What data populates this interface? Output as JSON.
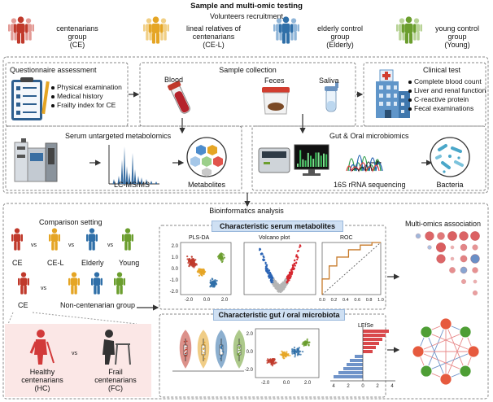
{
  "colors": {
    "centenarian": "#c0392b",
    "lineal": "#e5a524",
    "elderly": "#2f6fa8",
    "young": "#6b9e2e",
    "box_border": "#888888",
    "title_bg": "#dde9f6",
    "lefse_red": "#d9484b",
    "lefse_blue": "#6f93c9",
    "network_red": "#e65a3e",
    "network_green": "#4e9e35"
  },
  "header": {
    "title": "Sample and multi-omic testing",
    "subtitle": "Volunteers recruitment"
  },
  "groups": [
    {
      "name": "centenarians",
      "sub": "group",
      "abbr": "(CE)"
    },
    {
      "name": "lineal relatives of",
      "sub": "centenarians",
      "abbr": "(CE-L)"
    },
    {
      "name": "elderly control",
      "sub": "group",
      "abbr": "(Elderly)"
    },
    {
      "name": "young control",
      "sub": "group",
      "abbr": "(Young)"
    }
  ],
  "questionnaire": {
    "title": "Questionnaire assessment",
    "items": [
      "Physical examination",
      "Medical history",
      "Frailty index for CE"
    ]
  },
  "sample_collection": {
    "title": "Sample collection",
    "blood": "Blood",
    "feces": "Feces",
    "saliva": "Saliva"
  },
  "clinical": {
    "title": "Clinical test",
    "items": [
      "Complete blood count",
      "Liver and renal function",
      "C-reactive protein",
      "Fecal examinations"
    ]
  },
  "metabolomics": {
    "title": "Serum untargeted metabolomics",
    "method": "LC-MS/MS",
    "result": "Metabolites"
  },
  "microbiomics": {
    "title": "Gut & Oral microbiomics",
    "method": "16S rRNA sequencing",
    "result": "Bacteria"
  },
  "bioinformatics": {
    "title": "Bioinformatics analysis",
    "comparison": {
      "title": "Comparison setting",
      "vs": "vs",
      "labels": [
        "CE",
        "CE-L",
        "Elderly",
        "Young"
      ],
      "ce2": "CE",
      "noncent": "Non-centenarian group"
    },
    "healthy": {
      "line1": "Healthy",
      "line2": "centenarians",
      "abbr": "(HC)"
    },
    "frail": {
      "line1": "Frail",
      "line2": "centenarians",
      "abbr": "(FC)"
    },
    "serum_title": "Characteristic serum metabolites",
    "plsda": {
      "title": "PLS-DA",
      "yticks": [
        "2.0",
        "1.0",
        "0.0",
        "-1.0",
        "-2.0"
      ],
      "xticks": [
        "-2.0",
        "0.0",
        "2.0"
      ]
    },
    "volcano": {
      "title": "Volcano plot"
    },
    "roc": {
      "title": "ROC",
      "xticks": [
        "0.0",
        "0.2",
        "0.4",
        "0.6",
        "0.8",
        "1.0"
      ]
    },
    "micro_title": "Characteristic gut / oral microbiota",
    "scatter2": {
      "yticks": [
        "2.0",
        "0.0",
        "-2.0"
      ],
      "xticks": [
        "-2.0",
        "0.0",
        "2.0"
      ]
    },
    "lefse": {
      "title": "LEfSe",
      "xticks": [
        "4",
        "2",
        "0",
        "2",
        "4"
      ]
    },
    "multiomics": "Multi-omics association"
  }
}
